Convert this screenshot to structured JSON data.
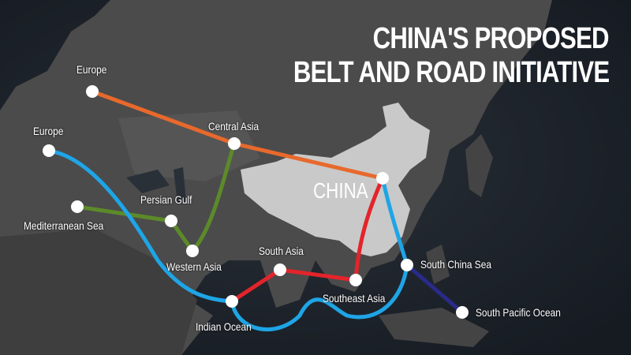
{
  "title": {
    "line1": "CHINA'S PROPOSED",
    "line2": "BELT AND ROAD INITIATIVE"
  },
  "country_label": "CHINA",
  "colors": {
    "background": "#1c222b",
    "land": "#4b4b4b",
    "china": "#c9c9c9",
    "overland_north": "#e8692c",
    "overland_gulf": "#5c8a2a",
    "maritime": "#1ea5e6",
    "maritime_south_asia": "#e3242b",
    "pacific": "#2a2a8a",
    "node": "#ffffff"
  },
  "nodes": [
    {
      "id": "europe-north",
      "label": "Europe"
    },
    {
      "id": "central-asia",
      "label": "Central Asia"
    },
    {
      "id": "china",
      "label": ""
    },
    {
      "id": "europe-west",
      "label": "Europe"
    },
    {
      "id": "mediterranean",
      "label": "Mediterranean Sea"
    },
    {
      "id": "persian-gulf",
      "label": "Persian Gulf"
    },
    {
      "id": "western-asia",
      "label": "Western Asia"
    },
    {
      "id": "indian-ocean",
      "label": "Indian Ocean"
    },
    {
      "id": "south-asia",
      "label": "South Asia"
    },
    {
      "id": "southeast-asia",
      "label": "Southeast Asia"
    },
    {
      "id": "south-china-sea",
      "label": "South China Sea"
    },
    {
      "id": "south-pacific",
      "label": "South Pacific Ocean"
    }
  ]
}
